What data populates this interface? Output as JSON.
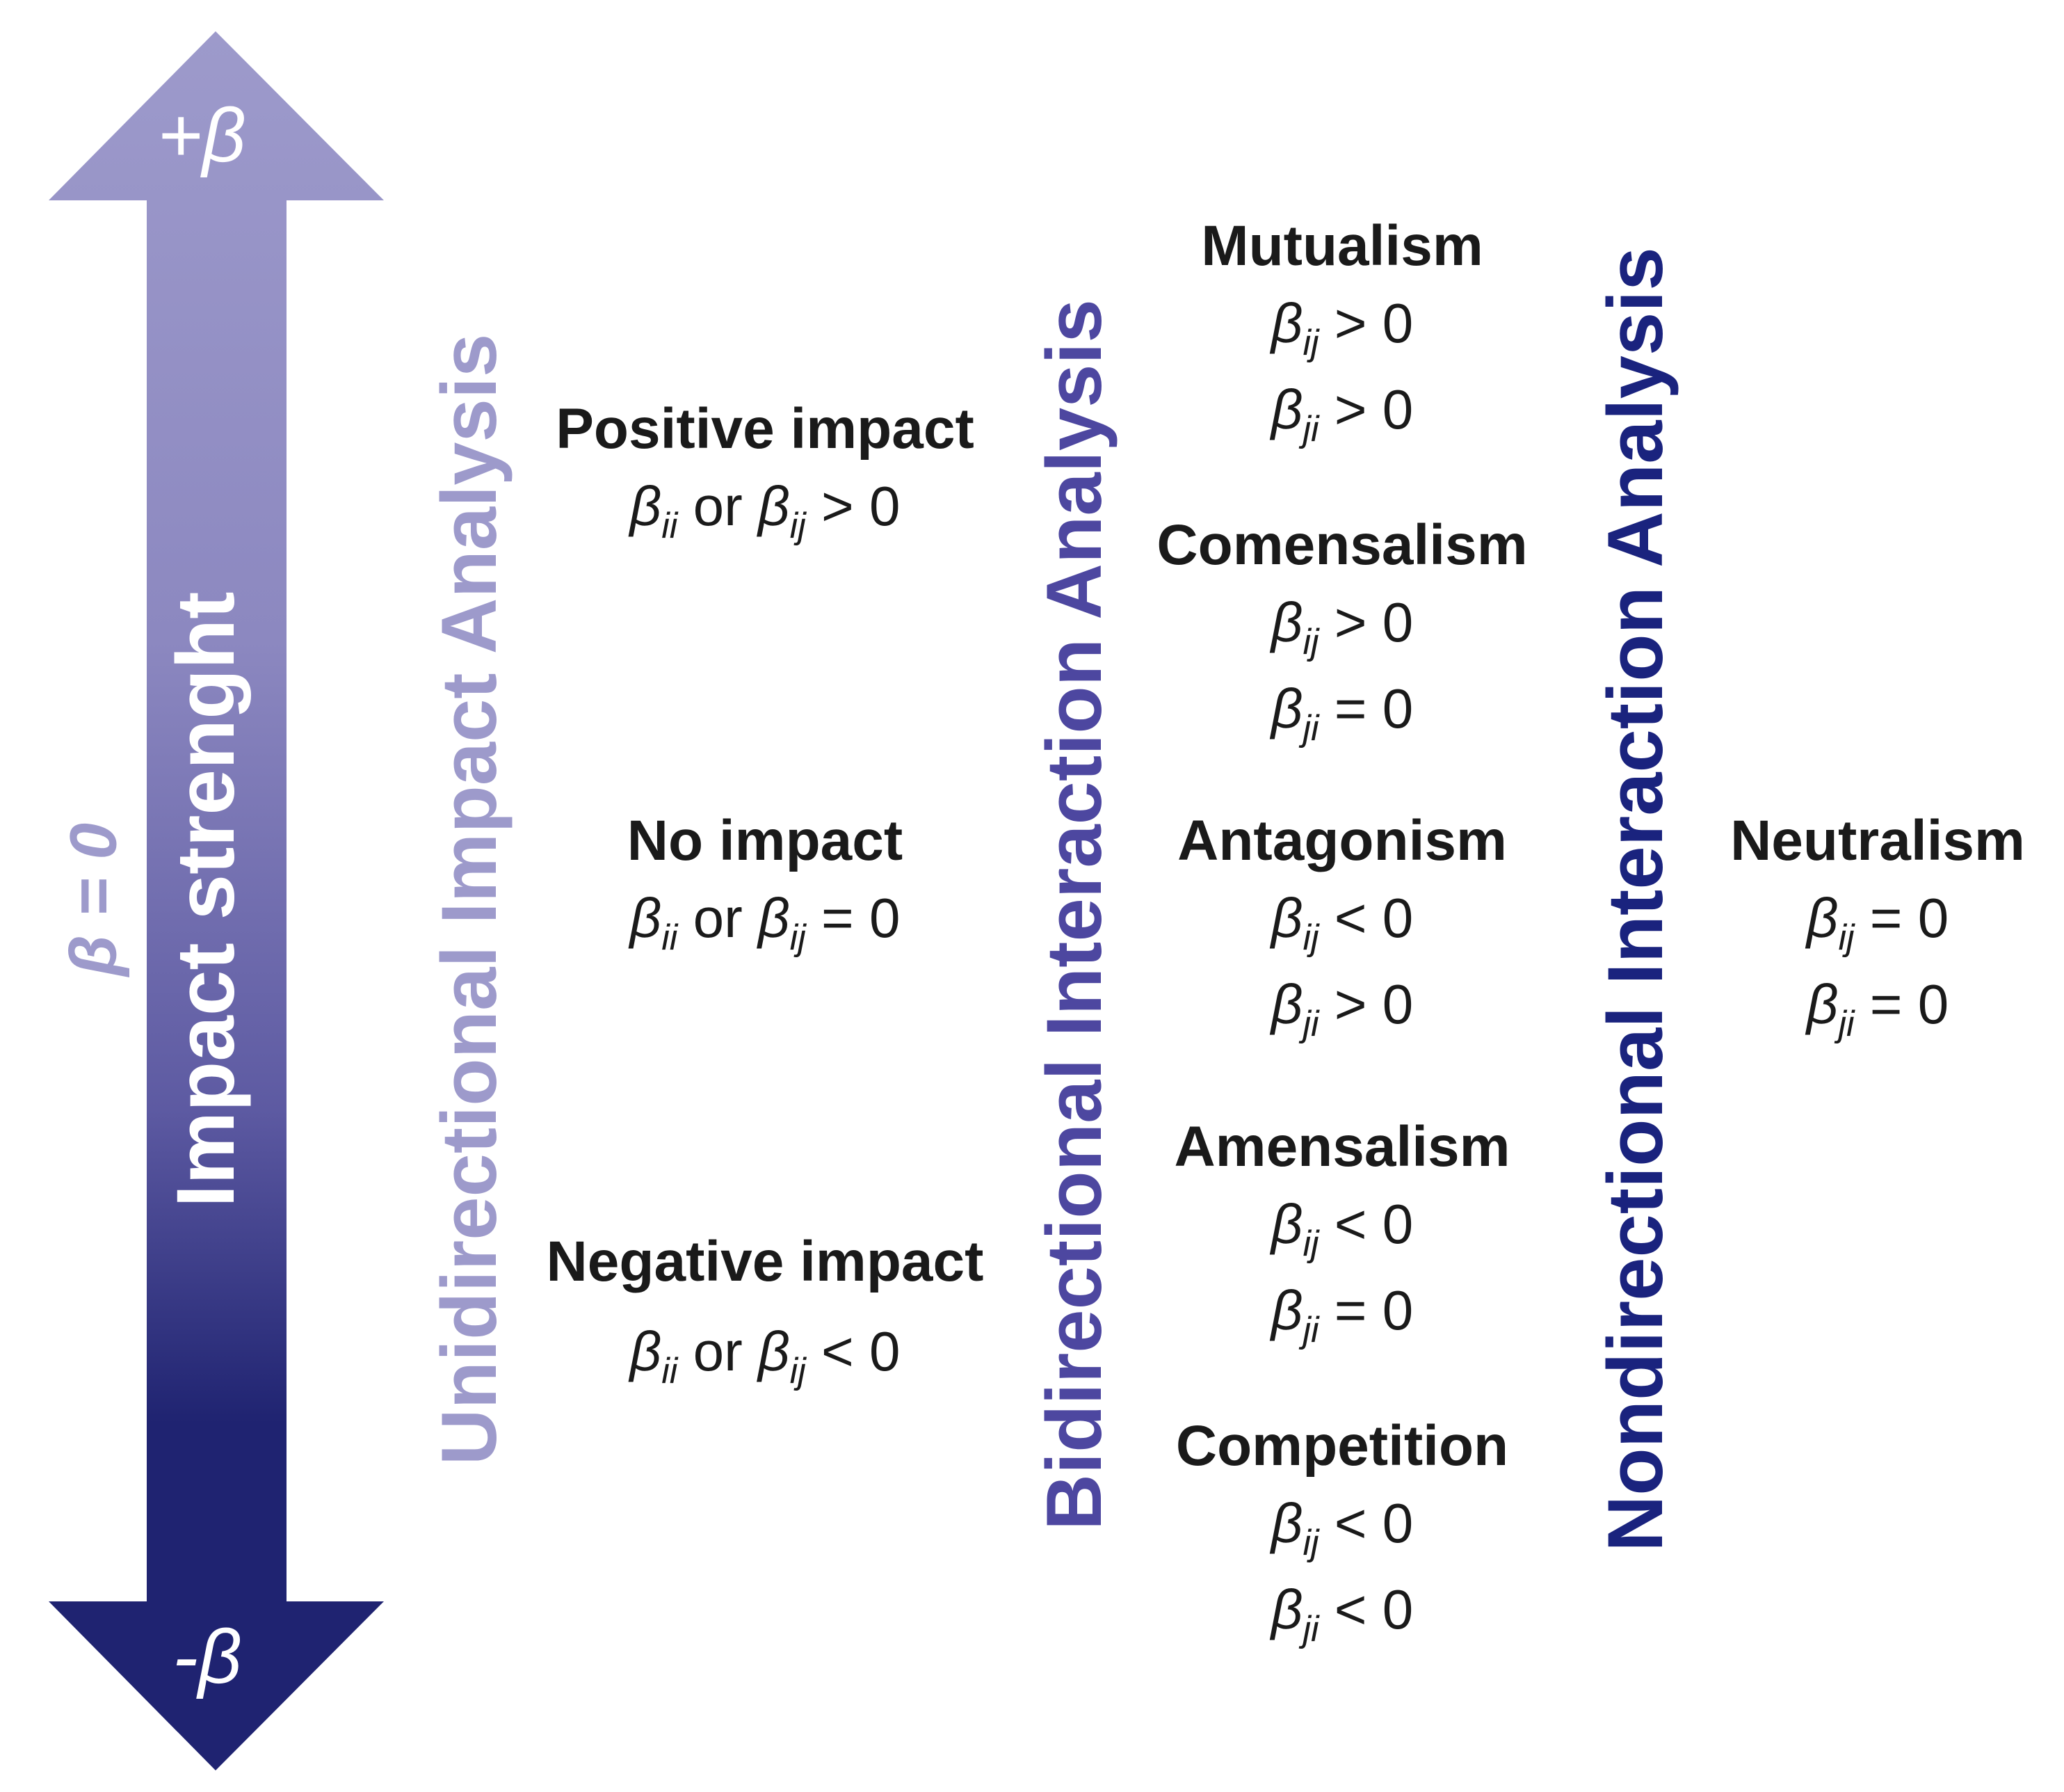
{
  "colors": {
    "arrow_top": "#9d9acb",
    "arrow_bottom": "#1f2371",
    "unidirectional": "#9d9acb",
    "bidirectional": "#4d47a0",
    "nondirectional": "#1a237e",
    "text": "#1a1a1a"
  },
  "arrow": {
    "top_label": "+β",
    "bottom_label": "-β",
    "side_label": "β = 0",
    "center_label": "Impact strenght"
  },
  "columns": {
    "unidirectional": "Unidirectional Impact Analysis",
    "bidirectional": "Bidirectional Interaction Analysis",
    "nondirectional": "Nondirectional Interaction Analysis"
  },
  "unidirectional_items": [
    {
      "title": "Positive impact",
      "s1": "ii",
      "mid": " or ",
      "s2": "ij",
      "rel": " > 0"
    },
    {
      "title": "No impact",
      "s1": "ii",
      "mid": " or ",
      "s2": "ij",
      "rel": " = 0"
    },
    {
      "title": "Negative impact",
      "s1": "ii",
      "mid": " or ",
      "s2": "ij",
      "rel": " < 0"
    }
  ],
  "bidirectional_items": [
    {
      "title": "Mutualism",
      "s1": "ij",
      "r1": " > 0",
      "s2": "ji",
      "r2": " > 0"
    },
    {
      "title": "Comensalism",
      "s1": "ij",
      "r1": " > 0",
      "s2": "ji",
      "r2": " = 0"
    },
    {
      "title": "Antagonism",
      "s1": "ij",
      "r1": " < 0",
      "s2": "ji",
      "r2": " > 0"
    },
    {
      "title": "Amensalism",
      "s1": "ij",
      "r1": " < 0",
      "s2": "ji",
      "r2": " = 0"
    },
    {
      "title": "Competition",
      "s1": "ij",
      "r1": " < 0",
      "s2": "ji",
      "r2": " < 0"
    }
  ],
  "nondirectional_items": [
    {
      "title": "Neutralism",
      "s1": "ij",
      "r1": " = 0",
      "s2": "ji",
      "r2": " = 0"
    }
  ]
}
